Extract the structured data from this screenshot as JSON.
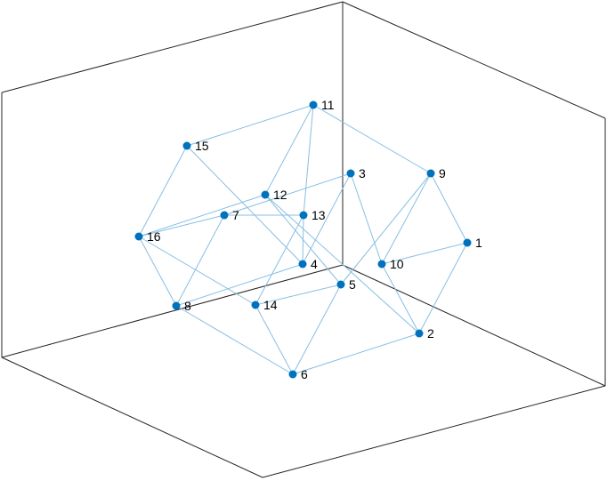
{
  "diagram": {
    "type": "3d-graph-plot",
    "colors": {
      "node": "#0072BD",
      "edge": "#87BFE3",
      "axes": "#262626",
      "label": "#000000",
      "background": "#FFFFFF"
    },
    "nodes": [
      {
        "id": "1",
        "label": "1"
      },
      {
        "id": "2",
        "label": "2"
      },
      {
        "id": "3",
        "label": "3"
      },
      {
        "id": "4",
        "label": "4"
      },
      {
        "id": "5",
        "label": "5"
      },
      {
        "id": "6",
        "label": "6"
      },
      {
        "id": "7",
        "label": "7"
      },
      {
        "id": "8",
        "label": "8"
      },
      {
        "id": "9",
        "label": "9"
      },
      {
        "id": "10",
        "label": "10"
      },
      {
        "id": "11",
        "label": "11"
      },
      {
        "id": "12",
        "label": "12"
      },
      {
        "id": "13",
        "label": "13"
      },
      {
        "id": "14",
        "label": "14"
      },
      {
        "id": "15",
        "label": "15"
      },
      {
        "id": "16",
        "label": "16"
      }
    ],
    "edges": [
      [
        "1",
        "2"
      ],
      [
        "1",
        "9"
      ],
      [
        "1",
        "10"
      ],
      [
        "2",
        "6"
      ],
      [
        "2",
        "10"
      ],
      [
        "2",
        "12"
      ],
      [
        "3",
        "4"
      ],
      [
        "3",
        "7"
      ],
      [
        "3",
        "10"
      ],
      [
        "4",
        "8"
      ],
      [
        "4",
        "15"
      ],
      [
        "5",
        "6"
      ],
      [
        "5",
        "12"
      ],
      [
        "5",
        "14"
      ],
      [
        "5",
        "9"
      ],
      [
        "6",
        "14"
      ],
      [
        "6",
        "8"
      ],
      [
        "7",
        "8"
      ],
      [
        "7",
        "16"
      ],
      [
        "7",
        "13"
      ],
      [
        "8",
        "16"
      ],
      [
        "9",
        "10"
      ],
      [
        "9",
        "11"
      ],
      [
        "11",
        "12"
      ],
      [
        "11",
        "15"
      ],
      [
        "11",
        "13"
      ],
      [
        "12",
        "16"
      ],
      [
        "13",
        "14"
      ],
      [
        "13",
        "4"
      ],
      [
        "14",
        "16"
      ],
      [
        "15",
        "16"
      ]
    ]
  }
}
